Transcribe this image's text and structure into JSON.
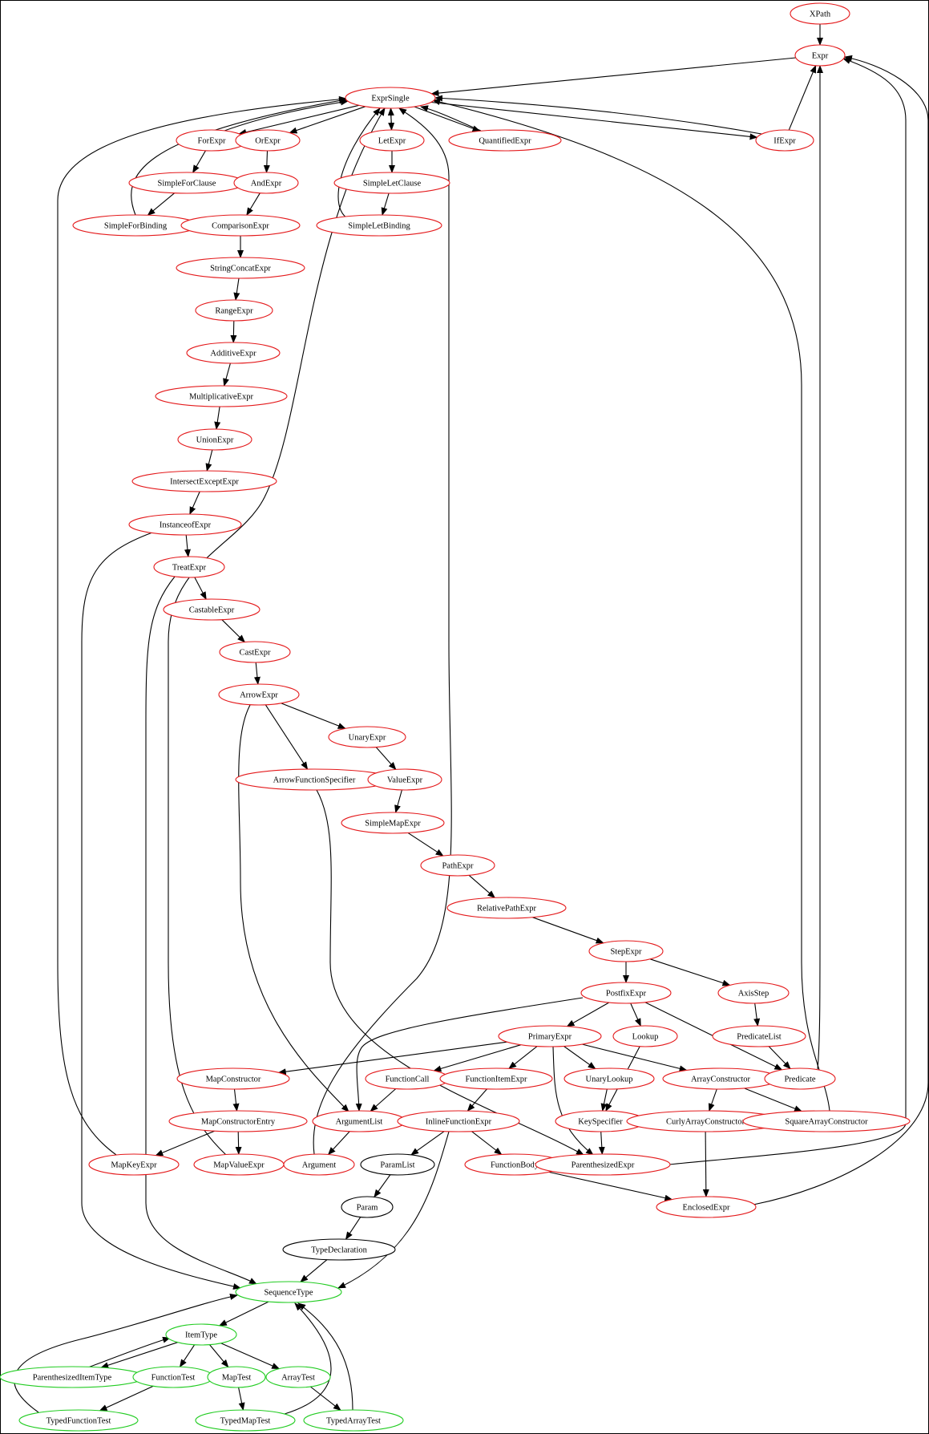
{
  "colors": {
    "red": "#e41a1c",
    "green": "#22cc22",
    "black": "#000000"
  },
  "nodes": [
    {
      "id": "XPath",
      "label": "XPath",
      "color": "red"
    },
    {
      "id": "Expr",
      "label": "Expr",
      "color": "red"
    },
    {
      "id": "ExprSingle",
      "label": "ExprSingle",
      "color": "red"
    },
    {
      "id": "ForExpr",
      "label": "ForExpr",
      "color": "red"
    },
    {
      "id": "OrExpr",
      "label": "OrExpr",
      "color": "red"
    },
    {
      "id": "LetExpr",
      "label": "LetExpr",
      "color": "red"
    },
    {
      "id": "QuantifiedExpr",
      "label": "QuantifiedExpr",
      "color": "red"
    },
    {
      "id": "IfExpr",
      "label": "IfExpr",
      "color": "red"
    },
    {
      "id": "SimpleForClause",
      "label": "SimpleForClause",
      "color": "red"
    },
    {
      "id": "AndExpr",
      "label": "AndExpr",
      "color": "red"
    },
    {
      "id": "SimpleLetClause",
      "label": "SimpleLetClause",
      "color": "red"
    },
    {
      "id": "SimpleForBinding",
      "label": "SimpleForBinding",
      "color": "red"
    },
    {
      "id": "ComparisonExpr",
      "label": "ComparisonExpr",
      "color": "red"
    },
    {
      "id": "SimpleLetBinding",
      "label": "SimpleLetBinding",
      "color": "red"
    },
    {
      "id": "StringConcatExpr",
      "label": "StringConcatExpr",
      "color": "red"
    },
    {
      "id": "RangeExpr",
      "label": "RangeExpr",
      "color": "red"
    },
    {
      "id": "AdditiveExpr",
      "label": "AdditiveExpr",
      "color": "red"
    },
    {
      "id": "MultiplicativeExpr",
      "label": "MultiplicativeExpr",
      "color": "red"
    },
    {
      "id": "UnionExpr",
      "label": "UnionExpr",
      "color": "red"
    },
    {
      "id": "IntersectExceptExpr",
      "label": "IntersectExceptExpr",
      "color": "red"
    },
    {
      "id": "InstanceofExpr",
      "label": "InstanceofExpr",
      "color": "red"
    },
    {
      "id": "TreatExpr",
      "label": "TreatExpr",
      "color": "red"
    },
    {
      "id": "CastableExpr",
      "label": "CastableExpr",
      "color": "red"
    },
    {
      "id": "CastExpr",
      "label": "CastExpr",
      "color": "red"
    },
    {
      "id": "ArrowExpr",
      "label": "ArrowExpr",
      "color": "red"
    },
    {
      "id": "UnaryExpr",
      "label": "UnaryExpr",
      "color": "red"
    },
    {
      "id": "ArrowFunctionSpecifier",
      "label": "ArrowFunctionSpecifier",
      "color": "red"
    },
    {
      "id": "ValueExpr",
      "label": "ValueExpr",
      "color": "red"
    },
    {
      "id": "SimpleMapExpr",
      "label": "SimpleMapExpr",
      "color": "red"
    },
    {
      "id": "PathExpr",
      "label": "PathExpr",
      "color": "red"
    },
    {
      "id": "RelativePathExpr",
      "label": "RelativePathExpr",
      "color": "red"
    },
    {
      "id": "StepExpr",
      "label": "StepExpr",
      "color": "red"
    },
    {
      "id": "PostfixExpr",
      "label": "PostfixExpr",
      "color": "red"
    },
    {
      "id": "AxisStep",
      "label": "AxisStep",
      "color": "red"
    },
    {
      "id": "PrimaryExpr",
      "label": "PrimaryExpr",
      "color": "red"
    },
    {
      "id": "Lookup",
      "label": "Lookup",
      "color": "red"
    },
    {
      "id": "PredicateList",
      "label": "PredicateList",
      "color": "red"
    },
    {
      "id": "MapConstructor",
      "label": "MapConstructor",
      "color": "red"
    },
    {
      "id": "FunctionCall",
      "label": "FunctionCall",
      "color": "red"
    },
    {
      "id": "FunctionItemExpr",
      "label": "FunctionItemExpr",
      "color": "red"
    },
    {
      "id": "UnaryLookup",
      "label": "UnaryLookup",
      "color": "red"
    },
    {
      "id": "ArrayConstructor",
      "label": "ArrayConstructor",
      "color": "red"
    },
    {
      "id": "Predicate",
      "label": "Predicate",
      "color": "red"
    },
    {
      "id": "MapConstructorEntry",
      "label": "MapConstructorEntry",
      "color": "red"
    },
    {
      "id": "ArgumentList",
      "label": "ArgumentList",
      "color": "red"
    },
    {
      "id": "InlineFunctionExpr",
      "label": "InlineFunctionExpr",
      "color": "red"
    },
    {
      "id": "KeySpecifier",
      "label": "KeySpecifier",
      "color": "red"
    },
    {
      "id": "CurlyArrayConstructor",
      "label": "CurlyArrayConstructor",
      "color": "red"
    },
    {
      "id": "SquareArrayConstructor",
      "label": "SquareArrayConstructor",
      "color": "red"
    },
    {
      "id": "MapKeyExpr",
      "label": "MapKeyExpr",
      "color": "red"
    },
    {
      "id": "MapValueExpr",
      "label": "MapValueExpr",
      "color": "red"
    },
    {
      "id": "Argument",
      "label": "Argument",
      "color": "red"
    },
    {
      "id": "ParamList",
      "label": "ParamList",
      "color": "black"
    },
    {
      "id": "FunctionBody",
      "label": "FunctionBody",
      "color": "red"
    },
    {
      "id": "ParenthesizedExpr",
      "label": "ParenthesizedExpr",
      "color": "red"
    },
    {
      "id": "Param",
      "label": "Param",
      "color": "black"
    },
    {
      "id": "EnclosedExpr",
      "label": "EnclosedExpr",
      "color": "red"
    },
    {
      "id": "TypeDeclaration",
      "label": "TypeDeclaration",
      "color": "black"
    },
    {
      "id": "SequenceType",
      "label": "SequenceType",
      "color": "green"
    },
    {
      "id": "ItemType",
      "label": "ItemType",
      "color": "green"
    },
    {
      "id": "ParenthesizedItemType",
      "label": "ParenthesizedItemType",
      "color": "green"
    },
    {
      "id": "FunctionTest",
      "label": "FunctionTest",
      "color": "green"
    },
    {
      "id": "MapTest",
      "label": "MapTest",
      "color": "green"
    },
    {
      "id": "ArrayTest",
      "label": "ArrayTest",
      "color": "green"
    },
    {
      "id": "TypedFunctionTest",
      "label": "TypedFunctionTest",
      "color": "green"
    },
    {
      "id": "TypedMapTest",
      "label": "TypedMapTest",
      "color": "green"
    },
    {
      "id": "TypedArrayTest",
      "label": "TypedArrayTest",
      "color": "green"
    }
  ],
  "edges": [
    [
      "XPath",
      "Expr"
    ],
    [
      "Expr",
      "ExprSingle"
    ],
    [
      "ExprSingle",
      "ForExpr"
    ],
    [
      "ExprSingle",
      "OrExpr"
    ],
    [
      "ExprSingle",
      "LetExpr"
    ],
    [
      "ExprSingle",
      "QuantifiedExpr"
    ],
    [
      "ExprSingle",
      "IfExpr"
    ],
    [
      "ForExpr",
      "ExprSingle"
    ],
    [
      "LetExpr",
      "ExprSingle"
    ],
    [
      "QuantifiedExpr",
      "ExprSingle"
    ],
    [
      "IfExpr",
      "ExprSingle"
    ],
    [
      "IfExpr",
      "Expr"
    ],
    [
      "ForExpr",
      "SimpleForClause"
    ],
    [
      "SimpleForClause",
      "SimpleForBinding"
    ],
    [
      "SimpleForBinding",
      "ExprSingle"
    ],
    [
      "OrExpr",
      "AndExpr"
    ],
    [
      "AndExpr",
      "ComparisonExpr"
    ],
    [
      "ComparisonExpr",
      "StringConcatExpr"
    ],
    [
      "StringConcatExpr",
      "RangeExpr"
    ],
    [
      "RangeExpr",
      "AdditiveExpr"
    ],
    [
      "AdditiveExpr",
      "MultiplicativeExpr"
    ],
    [
      "MultiplicativeExpr",
      "UnionExpr"
    ],
    [
      "UnionExpr",
      "IntersectExceptExpr"
    ],
    [
      "IntersectExceptExpr",
      "InstanceofExpr"
    ],
    [
      "InstanceofExpr",
      "TreatExpr"
    ],
    [
      "TreatExpr",
      "CastableExpr"
    ],
    [
      "CastableExpr",
      "CastExpr"
    ],
    [
      "CastExpr",
      "ArrowExpr"
    ],
    [
      "LetExpr",
      "SimpleLetClause"
    ],
    [
      "SimpleLetClause",
      "SimpleLetBinding"
    ],
    [
      "SimpleLetBinding",
      "ExprSingle"
    ],
    [
      "ArrowExpr",
      "UnaryExpr"
    ],
    [
      "ArrowExpr",
      "ArrowFunctionSpecifier"
    ],
    [
      "ArrowExpr",
      "ArgumentList"
    ],
    [
      "UnaryExpr",
      "ValueExpr"
    ],
    [
      "ValueExpr",
      "SimpleMapExpr"
    ],
    [
      "SimpleMapExpr",
      "PathExpr"
    ],
    [
      "PathExpr",
      "RelativePathExpr"
    ],
    [
      "RelativePathExpr",
      "StepExpr"
    ],
    [
      "StepExpr",
      "PostfixExpr"
    ],
    [
      "StepExpr",
      "AxisStep"
    ],
    [
      "PostfixExpr",
      "PrimaryExpr"
    ],
    [
      "PostfixExpr",
      "Lookup"
    ],
    [
      "PostfixExpr",
      "Predicate"
    ],
    [
      "PostfixExpr",
      "ArgumentList"
    ],
    [
      "AxisStep",
      "PredicateList"
    ],
    [
      "PredicateList",
      "Predicate"
    ],
    [
      "Predicate",
      "Expr"
    ],
    [
      "PrimaryExpr",
      "MapConstructor"
    ],
    [
      "PrimaryExpr",
      "FunctionCall"
    ],
    [
      "PrimaryExpr",
      "FunctionItemExpr"
    ],
    [
      "PrimaryExpr",
      "UnaryLookup"
    ],
    [
      "PrimaryExpr",
      "ArrayConstructor"
    ],
    [
      "PrimaryExpr",
      "ParenthesizedExpr"
    ],
    [
      "Lookup",
      "KeySpecifier"
    ],
    [
      "UnaryLookup",
      "KeySpecifier"
    ],
    [
      "KeySpecifier",
      "ParenthesizedExpr"
    ],
    [
      "ArrowFunctionSpecifier",
      "ParenthesizedExpr"
    ],
    [
      "ParenthesizedExpr",
      "Expr"
    ],
    [
      "FunctionCall",
      "ArgumentList"
    ],
    [
      "ArgumentList",
      "Argument"
    ],
    [
      "Argument",
      "ExprSingle"
    ],
    [
      "FunctionItemExpr",
      "InlineFunctionExpr"
    ],
    [
      "InlineFunctionExpr",
      "ParamList"
    ],
    [
      "InlineFunctionExpr",
      "FunctionBody"
    ],
    [
      "InlineFunctionExpr",
      "SequenceType"
    ],
    [
      "ParamList",
      "Param"
    ],
    [
      "Param",
      "TypeDeclaration"
    ],
    [
      "TypeDeclaration",
      "SequenceType"
    ],
    [
      "FunctionBody",
      "EnclosedExpr"
    ],
    [
      "EnclosedExpr",
      "Expr"
    ],
    [
      "ArrayConstructor",
      "CurlyArrayConstructor"
    ],
    [
      "ArrayConstructor",
      "SquareArrayConstructor"
    ],
    [
      "CurlyArrayConstructor",
      "EnclosedExpr"
    ],
    [
      "SquareArrayConstructor",
      "ExprSingle"
    ],
    [
      "MapConstructor",
      "MapConstructorEntry"
    ],
    [
      "MapConstructorEntry",
      "MapKeyExpr"
    ],
    [
      "MapConstructorEntry",
      "MapValueExpr"
    ],
    [
      "MapKeyExpr",
      "ExprSingle"
    ],
    [
      "MapValueExpr",
      "ExprSingle"
    ],
    [
      "InstanceofExpr",
      "SequenceType"
    ],
    [
      "TreatExpr",
      "SequenceType"
    ],
    [
      "SequenceType",
      "ItemType"
    ],
    [
      "ItemType",
      "ParenthesizedItemType"
    ],
    [
      "ParenthesizedItemType",
      "ItemType"
    ],
    [
      "ItemType",
      "FunctionTest"
    ],
    [
      "ItemType",
      "MapTest"
    ],
    [
      "ItemType",
      "ArrayTest"
    ],
    [
      "FunctionTest",
      "TypedFunctionTest"
    ],
    [
      "MapTest",
      "TypedMapTest"
    ],
    [
      "ArrayTest",
      "TypedArrayTest"
    ],
    [
      "TypedFunctionTest",
      "SequenceType"
    ],
    [
      "TypedMapTest",
      "SequenceType"
    ],
    [
      "TypedArrayTest",
      "SequenceType"
    ]
  ]
}
